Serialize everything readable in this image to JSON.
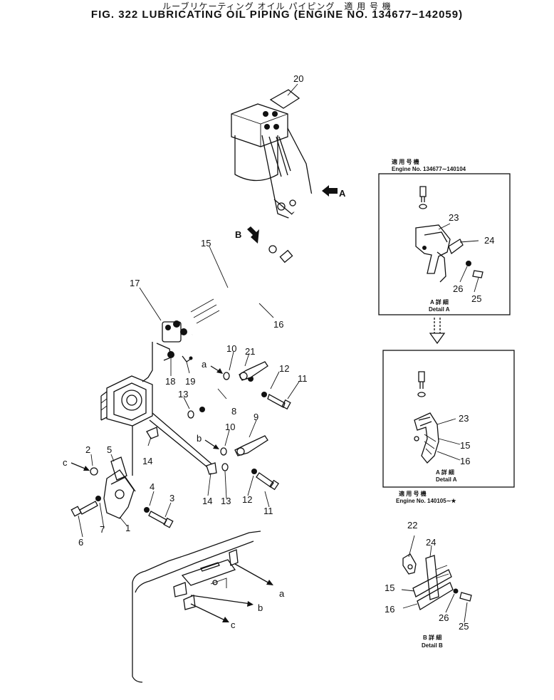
{
  "header": {
    "jp_title": "ルーブリケーティング オイル パイピング　適 用 号 機",
    "title": "FIG. 322  LUBRICATING OIL PIPING  (ENGINE NO. 134677−142059)"
  },
  "callouts": {
    "n20": "20",
    "n15": "15",
    "n16": "16",
    "n17": "17",
    "n18": "18",
    "n19": "19",
    "n10a": "10",
    "n21": "21",
    "n12a": "12",
    "n11a": "11",
    "n13a": "13",
    "n8": "8",
    "n9": "9",
    "n10b": "10",
    "n14a": "14",
    "n14b": "14",
    "n13b": "13",
    "n12b": "12",
    "n11b": "11",
    "n2": "2",
    "n5": "5",
    "n4": "4",
    "n3": "3",
    "n6": "6",
    "n7": "7",
    "n1": "1",
    "arrow_a": "A",
    "arrow_b": "B",
    "ref_a": "a",
    "ref_b": "b",
    "ref_c": "c",
    "tray_a": "a",
    "tray_b": "b",
    "tray_c": "c"
  },
  "detail_a1": {
    "applicability_jp": "適 用 号 機",
    "applicability": "Engine  No.  134677∼140104",
    "n23": "23",
    "n24": "24",
    "n26": "26",
    "n25": "25",
    "caption_jp": "A  詳  細",
    "caption": "Detail  A"
  },
  "detail_a2": {
    "n23": "23",
    "n15": "15",
    "n16": "16",
    "caption_jp": "A  詳  細",
    "caption": "Detail  A",
    "applicability_jp": "適 用 号 機",
    "applicability": "Engine  No.  140105∼★"
  },
  "detail_b": {
    "n22": "22",
    "n24": "24",
    "n15": "15",
    "n16": "16",
    "n26": "26",
    "n25": "25",
    "caption_jp": "B  詳  細",
    "caption": "Detail  B"
  }
}
